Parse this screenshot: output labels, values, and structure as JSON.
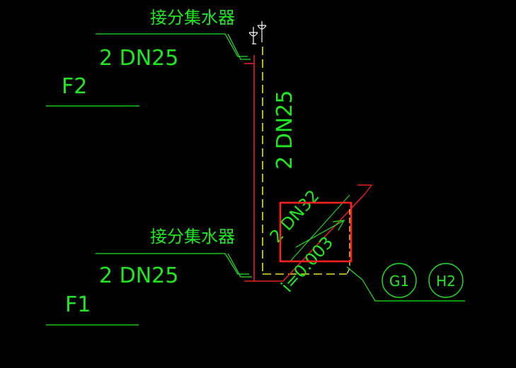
{
  "labels": {
    "top_fitting": "接分集水器",
    "top_pipe": "2 DN25",
    "floor_upper": "F2",
    "riser": "2 DN25",
    "bottom_fitting": "接分集水器",
    "bottom_pipe": "2 DN25",
    "floor_lower": "F1",
    "diag_pipe": "2 DN32",
    "slope": "i=0.003",
    "marker_1": "G1",
    "marker_2": "H2"
  },
  "colors": {
    "background": "#000000",
    "annotation": "#1ee81e",
    "supply_pipe": "#e02020",
    "return_pipe": "#e8e020",
    "fitting": "#ffffff",
    "highlight_box": "#ff2020"
  }
}
